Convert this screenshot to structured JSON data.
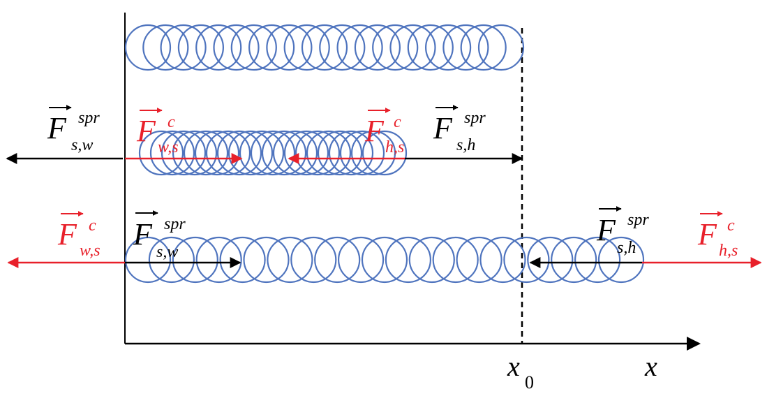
{
  "colors": {
    "spring": "#4f74be",
    "contact_force": "#e8202a",
    "spring_force": "#000000",
    "axis": "#000000"
  },
  "axis": {
    "x_label": "x",
    "x0_label": "x",
    "x0_subscript": "0"
  },
  "row2": {
    "left_spring_force": {
      "symbol": "F",
      "superscript": "spr",
      "subscript": "s,w"
    },
    "wall_contact_force": {
      "symbol": "F",
      "superscript": "c",
      "subscript": "w,s"
    },
    "hand_contact_force": {
      "symbol": "F",
      "superscript": "c",
      "subscript": "h,s"
    },
    "right_spring_force": {
      "symbol": "F",
      "superscript": "spr",
      "subscript": "s,h"
    }
  },
  "row3": {
    "wall_contact_force": {
      "symbol": "F",
      "superscript": "c",
      "subscript": "w,s"
    },
    "left_spring_force": {
      "symbol": "F",
      "superscript": "spr",
      "subscript": "s,w"
    },
    "right_spring_force": {
      "symbol": "F",
      "superscript": "spr",
      "subscript": "s,h"
    },
    "hand_contact_force": {
      "symbol": "F",
      "superscript": "c",
      "subscript": "h,s"
    }
  }
}
